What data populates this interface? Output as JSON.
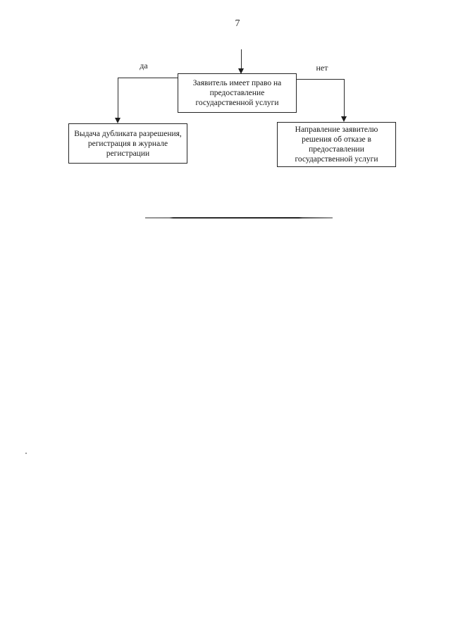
{
  "page": {
    "number": "7"
  },
  "flowchart": {
    "decision": "Заявитель имеет право на\nпредоставление\nгосударственной услуги",
    "branch_labels": {
      "yes": "да",
      "no": "нет"
    },
    "outcome_yes": "Выдача дубликата разрешения,\nрегистрация в журнале\nрегистрации",
    "outcome_no": "Направление заявителю\nрешения об отказе в\nпредоставлении\nгосударственной услуги"
  },
  "colors": {
    "ink": "#1c1c1c",
    "paper": "#ffffff"
  }
}
